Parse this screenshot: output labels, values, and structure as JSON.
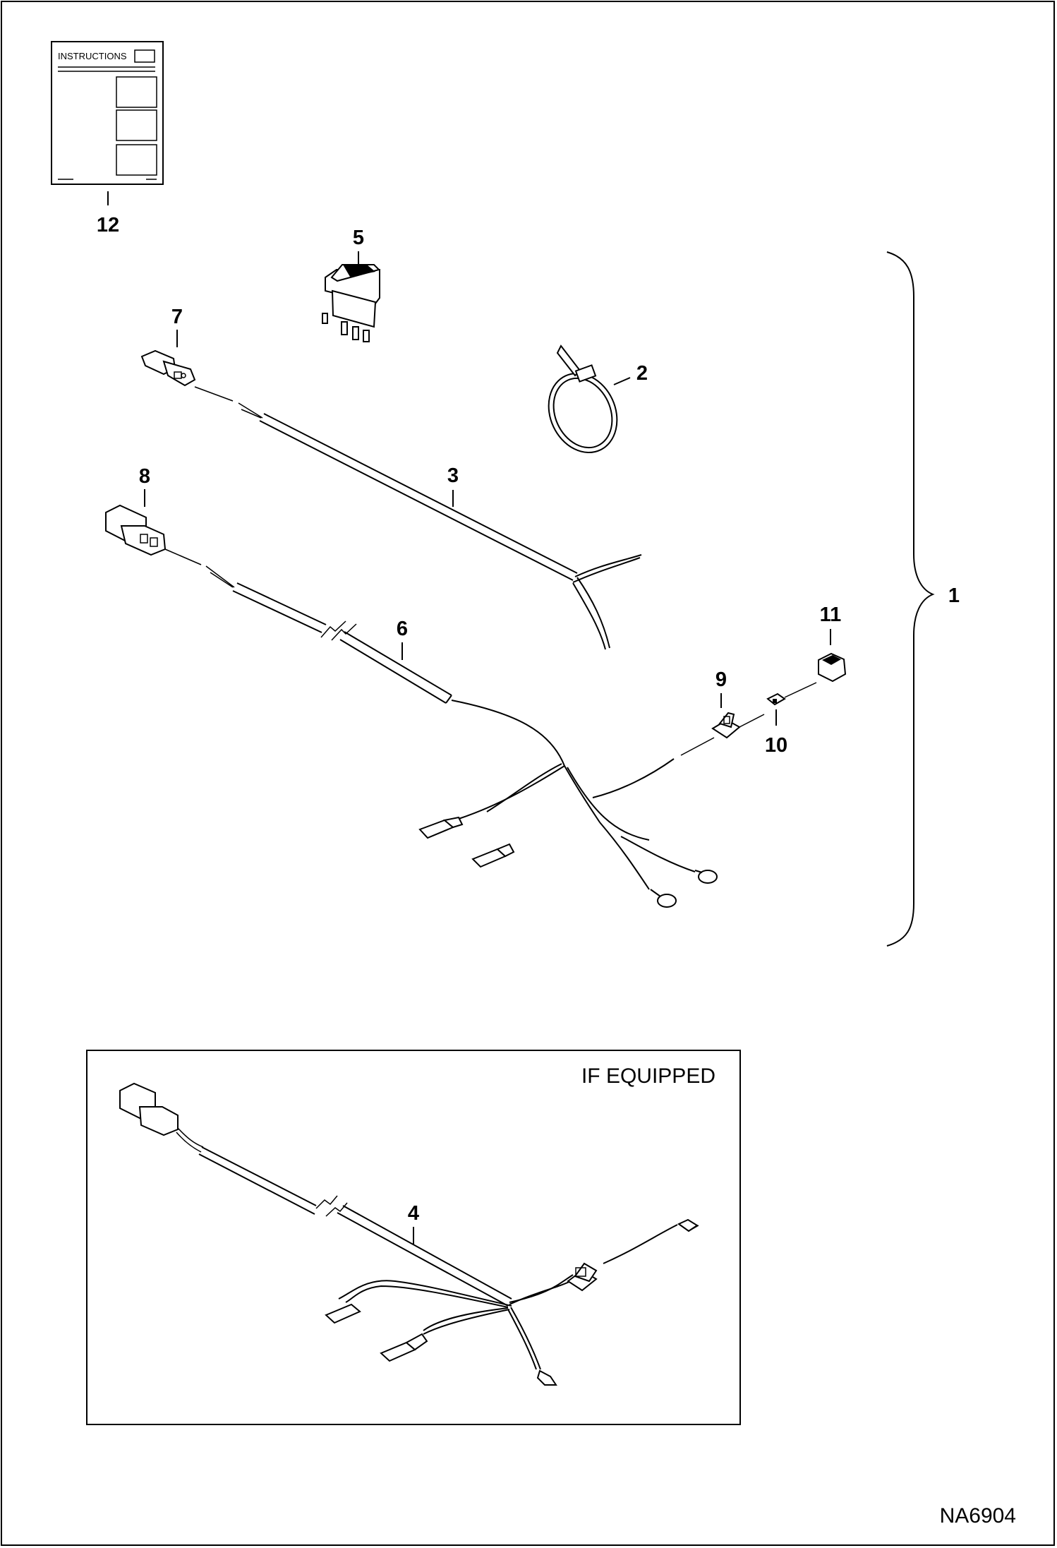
{
  "callouts": {
    "c1": "1",
    "c2": "2",
    "c3": "3",
    "c4": "4",
    "c5": "5",
    "c6": "6",
    "c7": "7",
    "c8": "8",
    "c9": "9",
    "c10": "10",
    "c11": "11",
    "c12": "12"
  },
  "instructions_label": "INSTRUCTIONS",
  "if_equipped_label": "IF EQUIPPED",
  "figure_code": "NA6904"
}
